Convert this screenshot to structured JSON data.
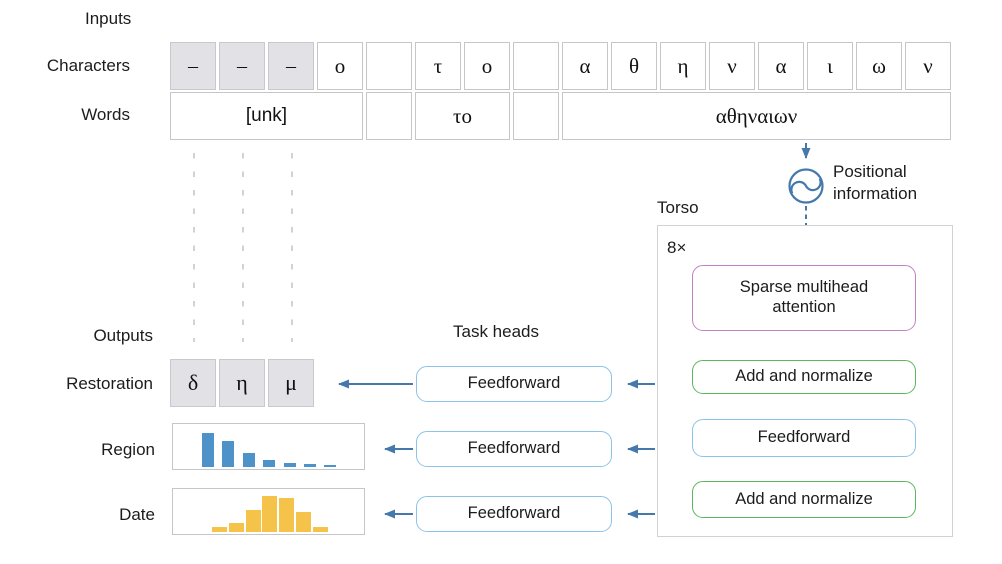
{
  "labels": {
    "inputs": "Inputs",
    "characters": "Characters",
    "words": "Words",
    "outputs": "Outputs",
    "task_heads": "Task heads",
    "positional_information": "Positional information"
  },
  "input_table": {
    "characters": [
      {
        "text": "–",
        "masked": true
      },
      {
        "text": "–",
        "masked": true
      },
      {
        "text": "–",
        "masked": true
      },
      {
        "text": "ο",
        "masked": false
      },
      {
        "text": "",
        "masked": false
      },
      {
        "text": "τ",
        "masked": false
      },
      {
        "text": "ο",
        "masked": false
      },
      {
        "text": "",
        "masked": false
      },
      {
        "text": "α",
        "masked": false
      },
      {
        "text": "θ",
        "masked": false
      },
      {
        "text": "η",
        "masked": false
      },
      {
        "text": "ν",
        "masked": false
      },
      {
        "text": "α",
        "masked": false
      },
      {
        "text": "ι",
        "masked": false
      },
      {
        "text": "ω",
        "masked": false
      },
      {
        "text": "ν",
        "masked": false
      }
    ],
    "words": [
      {
        "text": "[unk]",
        "span": 4
      },
      {
        "text": "",
        "span": 1
      },
      {
        "text": "το",
        "span": 2
      },
      {
        "text": "",
        "span": 1
      },
      {
        "text": "αθηναιων",
        "span": 8
      }
    ]
  },
  "positional_icon": "sinusoid-circle-icon",
  "torso": {
    "label": "Torso",
    "repeat_badge": "8×",
    "blocks": {
      "attention": "Sparse multihead attention",
      "addnorm1": "Add and normalize",
      "feedforward": "Feedforward",
      "addnorm2": "Add and normalize"
    }
  },
  "task_heads": {
    "boxes": [
      "Feedforward",
      "Feedforward",
      "Feedforward"
    ]
  },
  "outputs": {
    "restoration": {
      "label": "Restoration",
      "cells": [
        "δ",
        "η",
        "μ"
      ]
    },
    "region": {
      "label": "Region"
    },
    "date": {
      "label": "Date"
    }
  },
  "chart_data": [
    {
      "name": "region",
      "type": "bar",
      "title": "Region output distribution (unlabeled histogram)",
      "values": [
        1.0,
        0.76,
        0.41,
        0.21,
        0.12,
        0.09,
        0.07
      ],
      "color": "#4d92c8",
      "xlabel": "",
      "ylabel": "",
      "axes_shown": false
    },
    {
      "name": "date",
      "type": "bar",
      "title": "Date output distribution (unlabeled histogram)",
      "values": [
        0.14,
        0.25,
        0.61,
        1.0,
        0.94,
        0.56,
        0.14
      ],
      "color": "#f5c34a",
      "xlabel": "",
      "ylabel": "",
      "axes_shown": false
    }
  ],
  "colors": {
    "arrow_blue": "#4579ab",
    "attention_border": "#c183c4",
    "addnorm_border": "#5cb65f",
    "feedforward_border": "#8cc3e8",
    "masked_cell_bg": "#e2e2e6",
    "table_border": "#c6c6c6",
    "dashed_guide_gray": "#d2d2d2",
    "region_bar": "#4d92c8",
    "date_bar": "#f5c34a"
  }
}
